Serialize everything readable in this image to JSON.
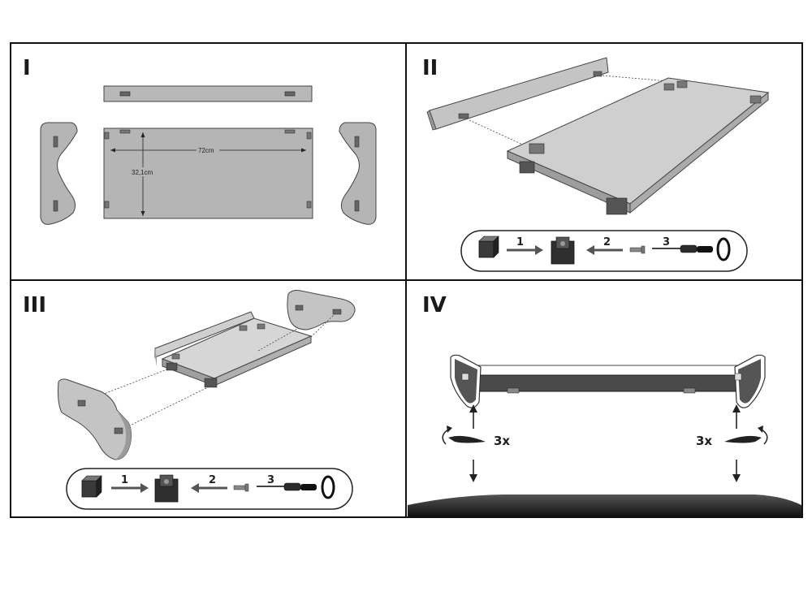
{
  "steps": [
    {
      "label": "I"
    },
    {
      "label": "II"
    },
    {
      "label": "III"
    },
    {
      "label": "IV"
    }
  ],
  "panel1": {
    "width_label": "72cm",
    "depth_label": "32,1cm"
  },
  "hardware_sequence": {
    "step1": "1",
    "step2": "2",
    "step3": "3"
  },
  "mount": {
    "left_count": "3x",
    "right_count": "3x"
  }
}
